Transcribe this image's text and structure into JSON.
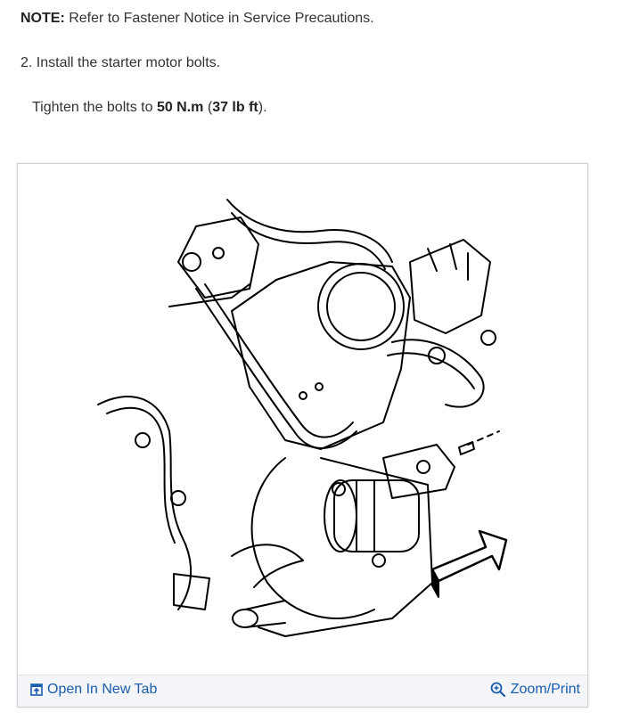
{
  "note": {
    "label": "NOTE:",
    "text": " Refer to Fastener Notice in Service Precautions."
  },
  "step": {
    "text": "2. Install the starter motor bolts."
  },
  "torque": {
    "prefix": "Tighten the bolts to ",
    "metric": "50 N.m",
    "open": " (",
    "imperial": "37 lb ft",
    "close": ")."
  },
  "figure": {
    "open_tab_label": "Open In New Tab",
    "zoom_label": "Zoom/Print",
    "link_color": "#1a5dad",
    "icons": [
      "open-in-new-tab-icon",
      "zoom-magnifier-icon"
    ]
  }
}
